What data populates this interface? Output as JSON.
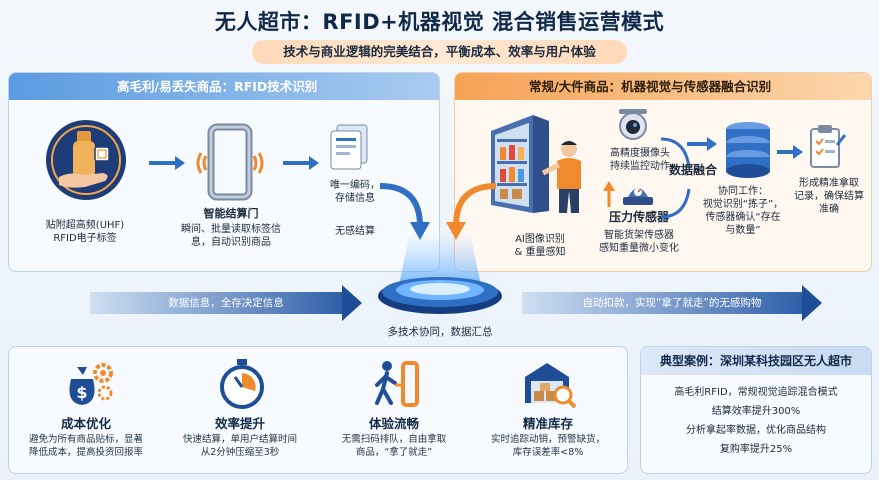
{
  "header": {
    "title": "无人超市：RFID+机器视觉 混合销售运营模式",
    "subtitle": "技术与商业逻辑的完美结合，平衡成本、效率与用户体验"
  },
  "left_panel": {
    "title": "高毛利/易丢失商品：RFID技术识别",
    "tag_label": [
      "贴附超高频(UHF)",
      "RFID电子标签"
    ],
    "gate_title": "智能结算门",
    "gate_desc": [
      "瞬间、批量读取标签信",
      "息，自动识别商品"
    ],
    "doc_label": [
      "唯一编码，",
      "存储信息"
    ],
    "checkout_label": "无感结算"
  },
  "right_panel": {
    "title": "常规/大件商品：机器视觉与传感器融合识别",
    "camera_label": [
      "高精度摄像头",
      "持续监控动作"
    ],
    "shelf_label": [
      "AI图像识别",
      "& 重量感知"
    ],
    "sensor_title": "压力传感器",
    "sensor_desc": [
      "智能货架传感器",
      "感知重量微小变化"
    ],
    "fusion_title": "数据融合",
    "collab_label": [
      "协同工作：",
      "视觉识别“拣子”，",
      "传感器确认“存在",
      "与数量”"
    ],
    "record_label": [
      "形成精准拿取",
      "记录，确保结算",
      "准确"
    ]
  },
  "center": {
    "hub_label": "多技术协同，数据汇总",
    "left_arrow": "数据信息，全存决定信息",
    "right_arrow": "自动扣款，实现“拿了就走”的无感购物"
  },
  "benefits": [
    {
      "icon": "money-bag-gear-icon",
      "title": "成本优化",
      "desc": [
        "避免为所有商品贴标，显著",
        "降低成本，提高投资回报率"
      ]
    },
    {
      "icon": "stopwatch-icon",
      "title": "效率提升",
      "desc": [
        "快速结算，单用户结算时间",
        "从2分钟压缩至3秒"
      ]
    },
    {
      "icon": "walking-person-gate-icon",
      "title": "体验流畅",
      "desc": [
        "无需扫码排队，自由拿取",
        "商品，“拿了就走”"
      ]
    },
    {
      "icon": "warehouse-search-icon",
      "title": "精准库存",
      "desc": [
        "实时追踪动销，预警缺货，",
        "库存误差率<8%"
      ]
    }
  ],
  "case_study": {
    "title": "典型案例：深圳某科技园区无人超市",
    "lines": [
      "高毛利RFID，常规视觉追踪混合模式",
      "结算效率提升300%",
      "分析拿起率数据，优化商品结构",
      "复购率提升25%"
    ]
  },
  "colors": {
    "blue_primary": "#2f6fc4",
    "blue_dark": "#1f4d96",
    "orange_primary": "#f08a2c",
    "orange_light": "#fcd6ad"
  }
}
